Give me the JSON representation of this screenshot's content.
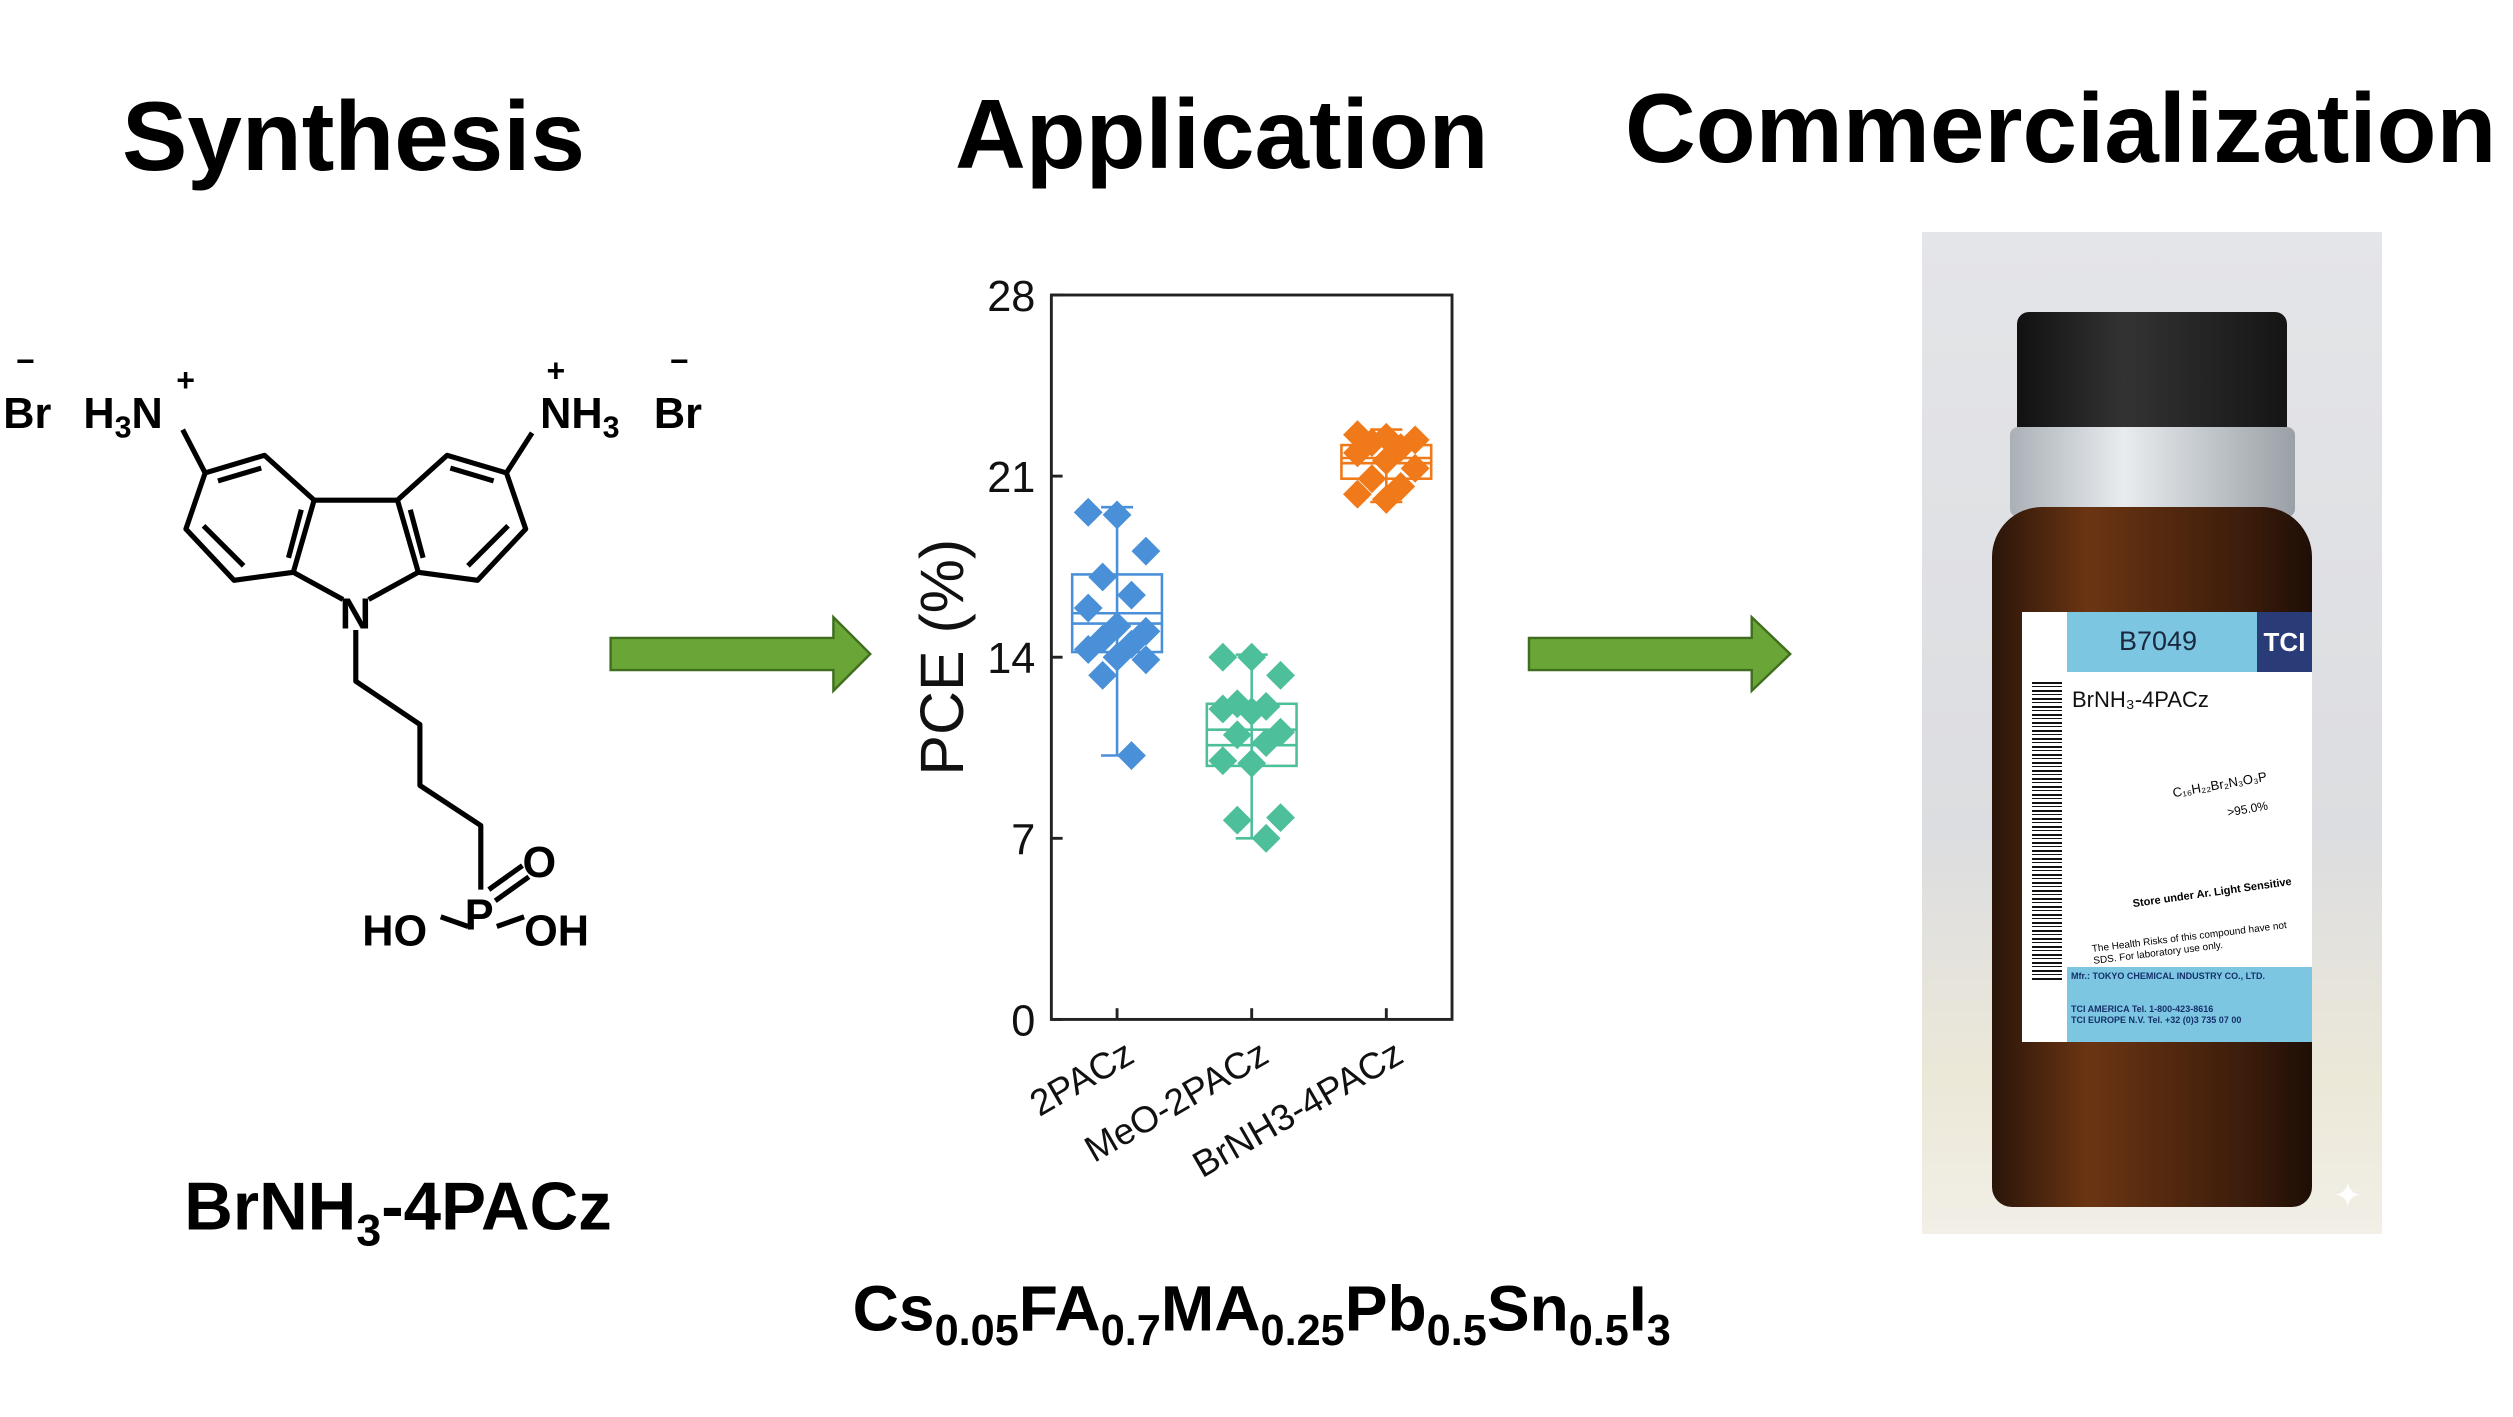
{
  "headings": {
    "synthesis": "Synthesis",
    "application": "Application",
    "commercialization": "Commercialization"
  },
  "molecule": {
    "name_main": "BrNH",
    "name_sub": "3",
    "name_tail": "-4PACz",
    "left_br": "Br",
    "left_amine": "H",
    "left_amine_sub": "3",
    "left_amine_n": "N",
    "right_amine": "NH",
    "right_amine_sub": "3",
    "right_br": "Br",
    "minus": "−",
    "plus": "+",
    "nitrogen": "N",
    "phosphorus": "P",
    "oxygen": "O",
    "ho": "HO",
    "oh": "OH"
  },
  "composition": [
    {
      "t": "Cs",
      "s": "0.05"
    },
    {
      "t": "FA",
      "s": "0.7"
    },
    {
      "t": "MA",
      "s": "0.25"
    },
    {
      "t": "Pb",
      "s": "0.5"
    },
    {
      "t": "Sn",
      "s": "0.5"
    },
    {
      "t": "I",
      "s": "3"
    }
  ],
  "chart_data": {
    "type": "box-scatter",
    "ylabel": "PCE (%)",
    "ylim": [
      0,
      28
    ],
    "yticks": [
      0,
      7,
      14,
      21,
      28
    ],
    "categories": [
      "2PACz",
      "MeO-2PACz",
      "BrNH3-4PACz"
    ],
    "colors": [
      "#4a90d9",
      "#4dbf9a",
      "#f07a1a"
    ],
    "series": [
      {
        "name": "2PACz",
        "box": {
          "min": 10.2,
          "q1": 14.2,
          "median": 15.3,
          "mean": 15.7,
          "q3": 17.2,
          "max": 19.8
        },
        "values": [
          19.6,
          19.5,
          18.1,
          17.1,
          16.4,
          15.9,
          15.2,
          15.0,
          14.7,
          14.5,
          14.3,
          14.0,
          13.9,
          13.3,
          10.2
        ]
      },
      {
        "name": "MeO-2PACz",
        "box": {
          "min": 7.0,
          "q1": 9.8,
          "median": 10.6,
          "mean": 11.2,
          "q3": 12.2,
          "max": 14.1
        },
        "values": [
          14.0,
          14.0,
          13.3,
          12.2,
          12.1,
          12.0,
          11.9,
          11.1,
          11.0,
          10.7,
          10.0,
          9.9,
          7.8,
          7.7,
          7.0
        ]
      },
      {
        "name": "BrNH3-4PACz",
        "box": {
          "min": 20.0,
          "q1": 20.9,
          "median": 21.5,
          "mean": 21.7,
          "q3": 22.2,
          "max": 22.8
        },
        "values": [
          22.6,
          22.5,
          22.4,
          22.3,
          22.1,
          21.9,
          21.6,
          21.3,
          20.9,
          20.6,
          20.3,
          20.1
        ]
      }
    ]
  },
  "bottle": {
    "code": "B7049",
    "logo": "TCI",
    "name": "BrNH₃-4PACz",
    "formula": "C₁₆H₂₂Br₂N₃O₃P",
    "purity": ">95.0%",
    "storage": "Store under Ar. Light Sensitive",
    "health": "The Health Risks of this compound have not\nSDS. For laboratory use only.",
    "mfr": "Mfr.: TOKYO CHEMICAL INDUSTRY CO., LTD.",
    "america": "TCI AMERICA Tel. 1-800-423-8616",
    "europe": "TCI EUROPE N.V. Tel. +32 (0)3 735 07 00"
  },
  "arrow_color": "#6aa537"
}
